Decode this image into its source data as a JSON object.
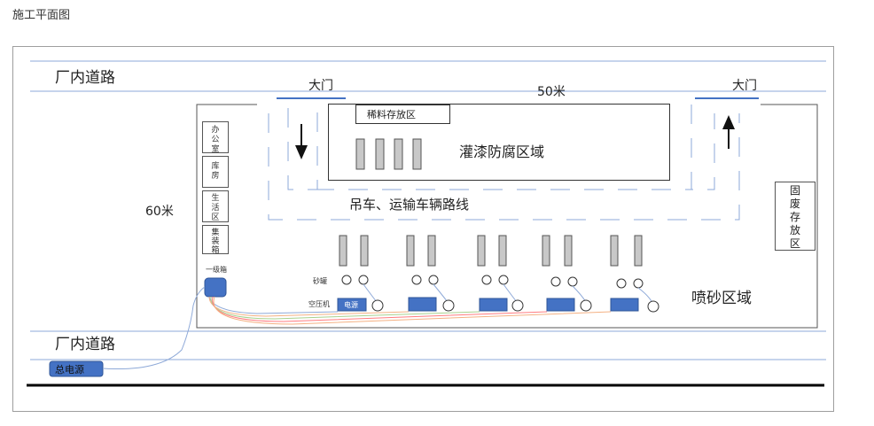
{
  "page_title": "施工平面图",
  "road_top": "厂内道路",
  "road_bottom": "厂内道路",
  "gate_left": "大门",
  "gate_right": "大门",
  "width_label": "50米",
  "height_label": "60米",
  "thinner_storage": "稀料存放区",
  "painting_area": "灌漆防腐区域",
  "crane_route": "吊车、运输车辆路线",
  "office": "办公室",
  "warehouse": "库房",
  "living": "生活区",
  "container": "集装箱",
  "solid_waste": "固废存放区",
  "primary_box": "一级箱",
  "sand_tank": "砂罐",
  "air_compressor": "空压机",
  "power_tag": "电源",
  "main_power": "总电源",
  "blasting_area": "喷砂区域",
  "colors": {
    "road_line": "#8ea9d8",
    "box_fill": "#4472c4",
    "drum_fill": "#c8c8c8",
    "cable_orange": "#f4b183",
    "cable_green": "#a9d18e",
    "cable_red": "#ff7c80"
  }
}
